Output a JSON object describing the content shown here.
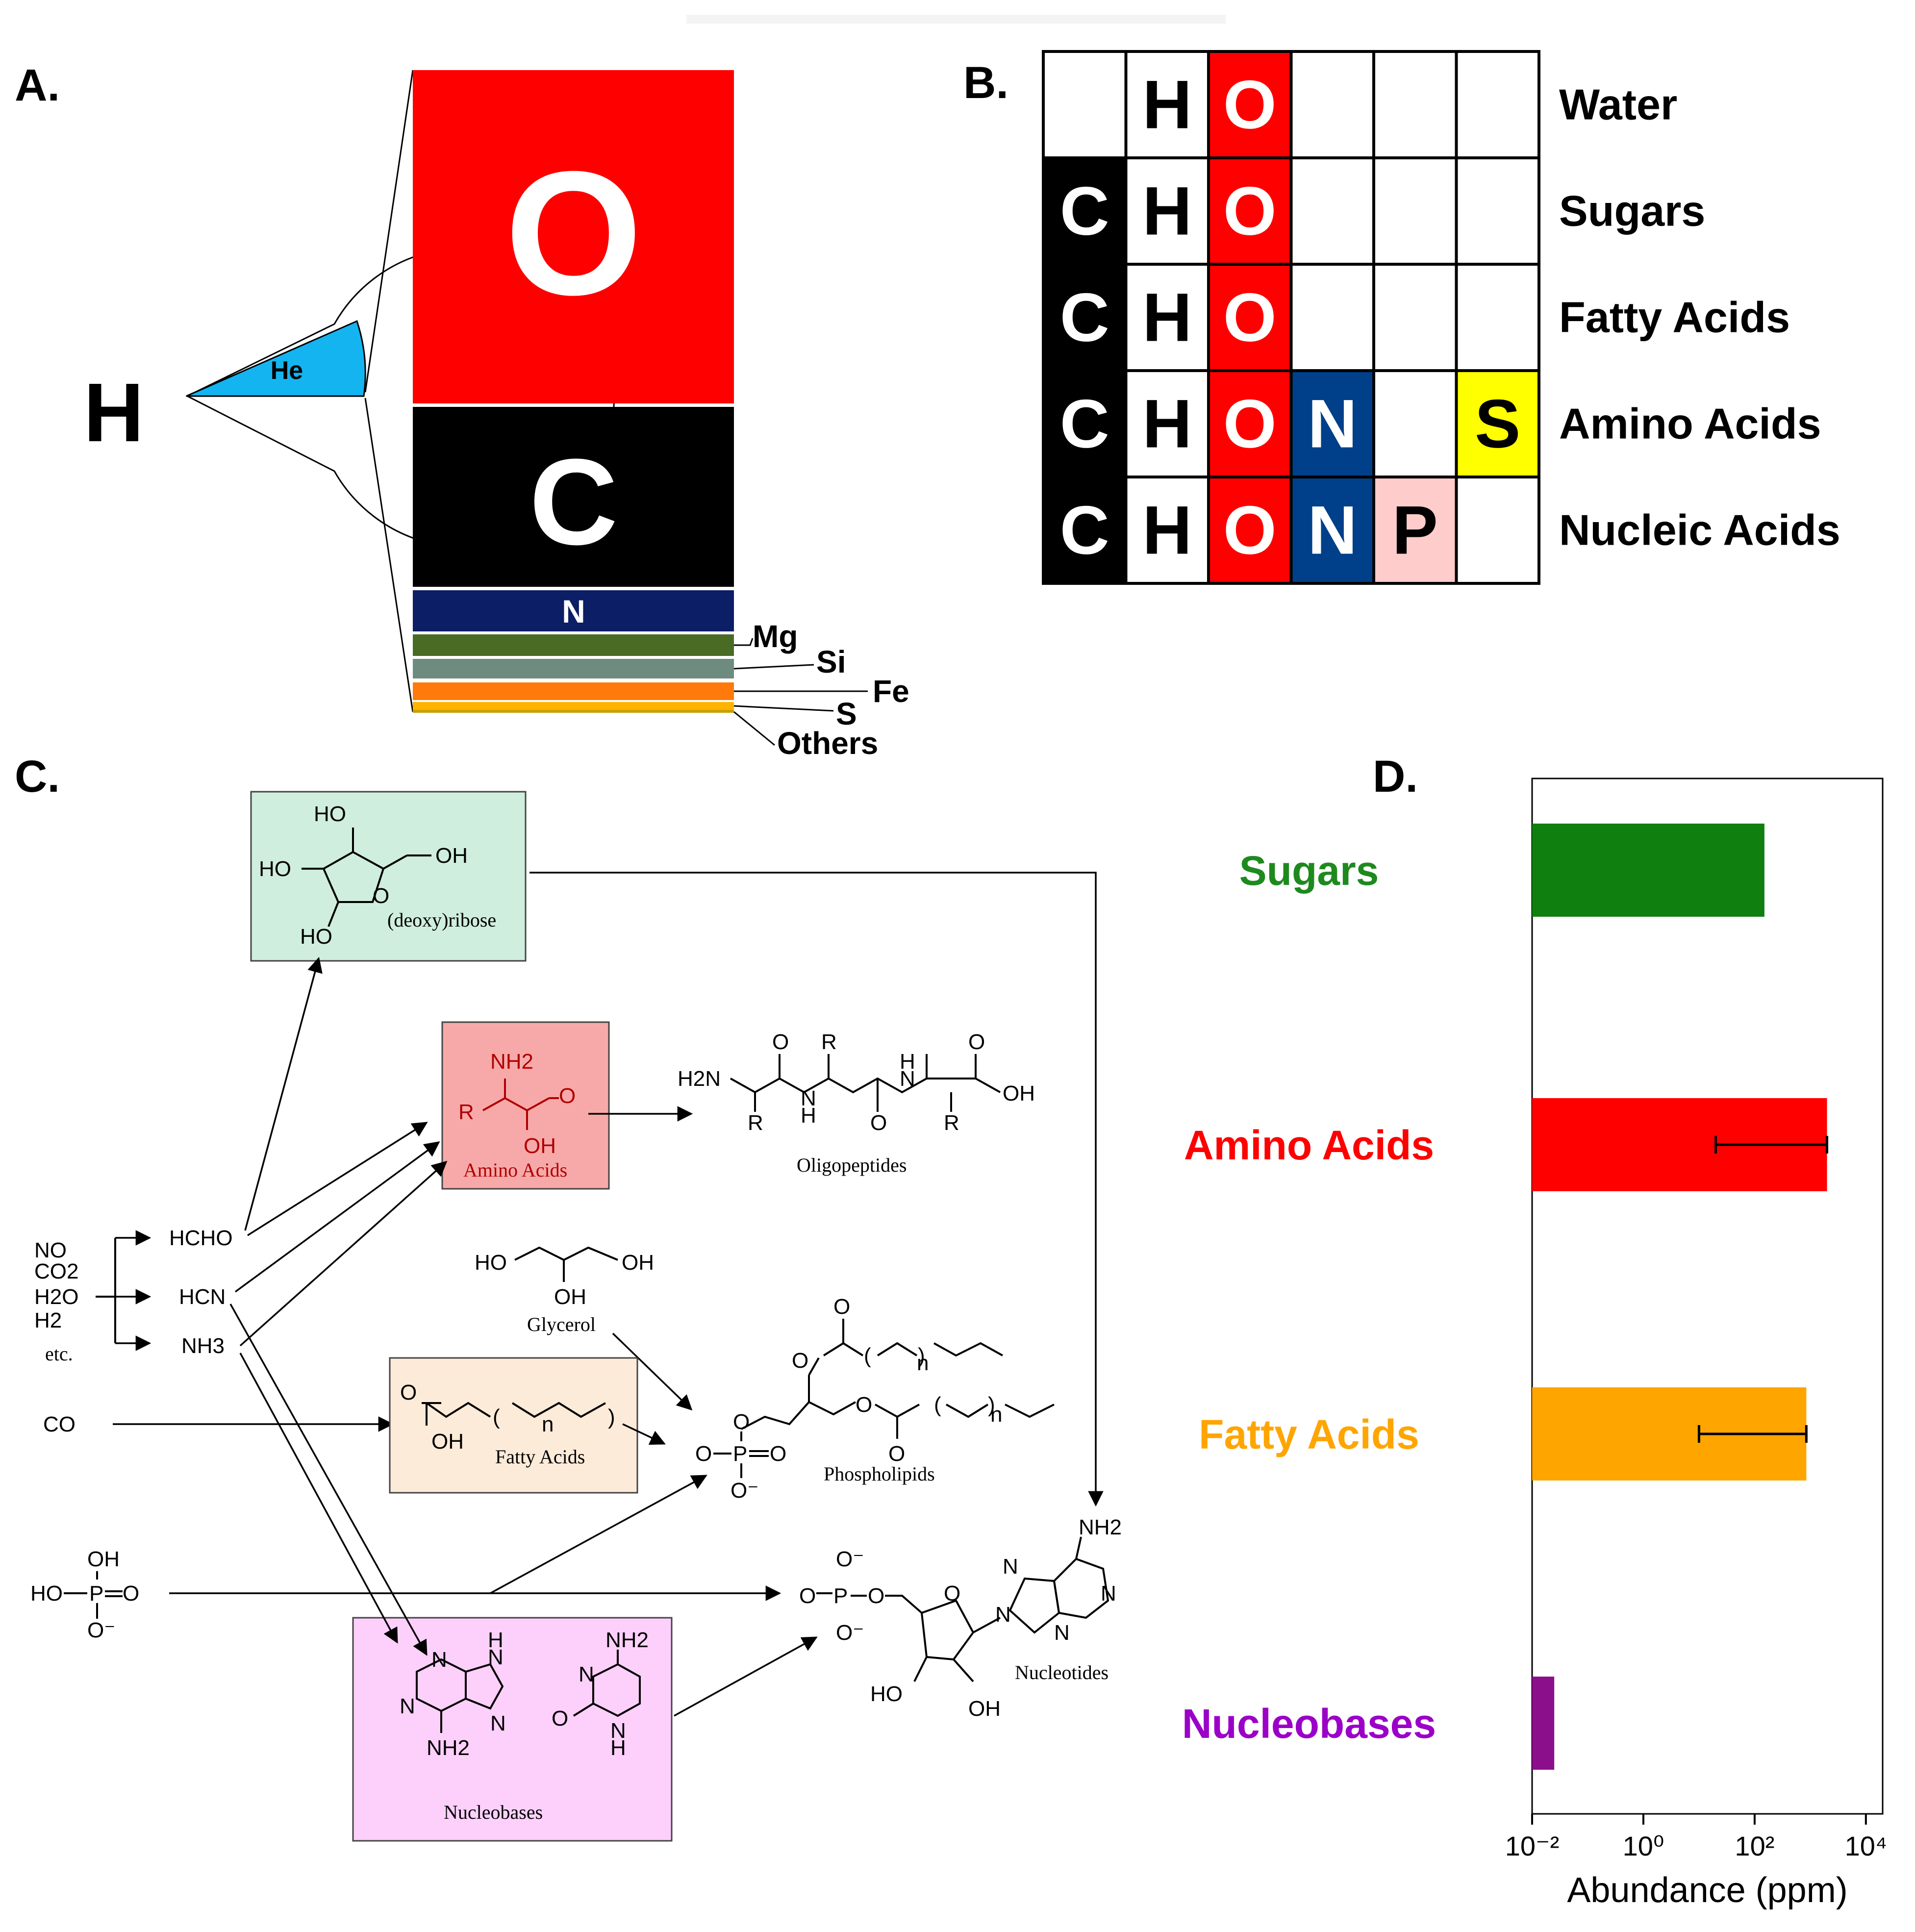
{
  "panels": {
    "a": "A.",
    "b": "B.",
    "c": "C.",
    "d": "D."
  },
  "panel_a": {
    "pie": {
      "main_label": "H",
      "slice_label": "He"
    },
    "stack": [
      {
        "label": "O",
        "color": "#ff0000",
        "text_color": "#ffffff"
      },
      {
        "label": "C",
        "color": "#000000",
        "text_color": "#ffffff"
      },
      {
        "label": "N",
        "color": "#0b1e66",
        "text_color": "#ffffff"
      },
      {
        "label": "Mg",
        "color": "#4a6b23"
      },
      {
        "label": "Si",
        "color": "#6e8b80"
      },
      {
        "label": "Fe",
        "color": "#ff7a0a"
      },
      {
        "label": "S",
        "color": "#ffb300"
      },
      {
        "label": "Others",
        "color": "#c8a000"
      }
    ]
  },
  "panel_b": {
    "rows": [
      {
        "name": "Water",
        "cells": [
          "",
          "H",
          "O",
          "",
          "",
          ""
        ]
      },
      {
        "name": "Sugars",
        "cells": [
          "C",
          "H",
          "O",
          "",
          "",
          ""
        ]
      },
      {
        "name": "Fatty Acids",
        "cells": [
          "C",
          "H",
          "O",
          "",
          "",
          ""
        ]
      },
      {
        "name": "Amino Acids",
        "cells": [
          "C",
          "H",
          "O",
          "N",
          "",
          "S"
        ]
      },
      {
        "name": "Nucleic Acids",
        "cells": [
          "C",
          "H",
          "O",
          "N",
          "P",
          ""
        ]
      }
    ],
    "cell_colors": {
      "C": "#000000",
      "H": "#ffffff",
      "O": "#ff0000",
      "N": "#003f8a",
      "P": "#ffcccc",
      "S": "#ffff00"
    }
  },
  "panel_c": {
    "sources": [
      "NO",
      "CO2",
      "H2O",
      "H2",
      "etc."
    ],
    "intermediates": [
      "HCHO",
      "HCN",
      "NH3"
    ],
    "co": "CO",
    "phosphate": {
      "top": "OH",
      "left": "HO",
      "right": "O",
      "bottom": "O⁻",
      "p": "P"
    },
    "boxes": {
      "ribose": "(deoxy)ribose",
      "amino": "Amino Acids",
      "fatty": "Fatty Acids",
      "nucleobases": "Nucleobases"
    },
    "products": {
      "oligopeptides": "Oligopeptides",
      "glycerol": "Glycerol",
      "phospholipids": "Phospholipids",
      "nucleotides": "Nucleotides"
    },
    "atoms": {
      "ho": "HO",
      "oh": "OH",
      "o": "O",
      "nh2": "NH2",
      "r": "R",
      "h2n": "H2N",
      "h": "H",
      "n": "N",
      "n_sub": "n",
      "p": "P",
      "o_minus": "O⁻"
    }
  },
  "chart_data": {
    "type": "bar",
    "orientation": "horizontal",
    "categories": [
      "Sugars",
      "Amino Acids",
      "Fatty Acids",
      "Nucleobases"
    ],
    "category_colors": [
      "#1e8a1e",
      "#ff0000",
      "#ffa500",
      "#9b00c8"
    ],
    "bar_colors": [
      "#0f7f0f",
      "#ff0000",
      "#ffa500",
      "#8b0f8b"
    ],
    "values": [
      150,
      2000,
      850,
      0.025
    ],
    "error_low": [
      null,
      20,
      10,
      null
    ],
    "error_high": [
      null,
      2000,
      850,
      null
    ],
    "xscale": "log",
    "xlim": [
      0.01,
      20000
    ],
    "xticks": [
      0.01,
      1,
      100,
      10000
    ],
    "xtick_labels": [
      "10⁻²",
      "10⁰",
      "10²",
      "10⁴"
    ],
    "xlabel": "Abundance (ppm)"
  }
}
